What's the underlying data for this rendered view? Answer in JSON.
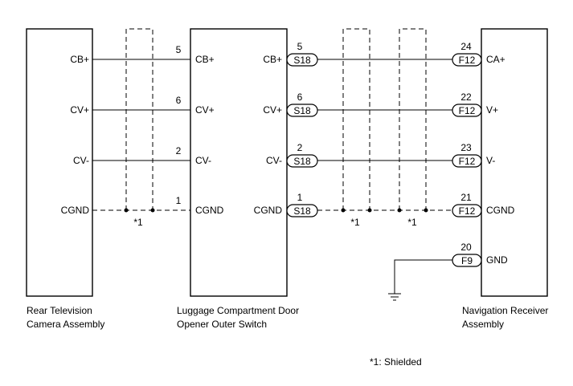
{
  "components": {
    "camera": {
      "line1": "Rear Television",
      "line2": "Camera Assembly"
    },
    "switch": {
      "line1": "Luggage Compartment Door",
      "line2": "Opener Outer Switch"
    },
    "receiver": {
      "line1": "Navigation Receiver",
      "line2": "Assembly"
    }
  },
  "rows": [
    {
      "cam_pin": "CB+",
      "mid_pin": "5",
      "sw_in": "CB+",
      "sw_out": "CB+",
      "s_pin": "5",
      "s_conn": "S18",
      "f_pin": "24",
      "f_conn": "F12",
      "recv": "CA+"
    },
    {
      "cam_pin": "CV+",
      "mid_pin": "6",
      "sw_in": "CV+",
      "sw_out": "CV+",
      "s_pin": "6",
      "s_conn": "S18",
      "f_pin": "22",
      "f_conn": "F12",
      "recv": "V+"
    },
    {
      "cam_pin": "CV-",
      "mid_pin": "2",
      "sw_in": "CV-",
      "sw_out": "CV-",
      "s_pin": "2",
      "s_conn": "S18",
      "f_pin": "23",
      "f_conn": "F12",
      "recv": "V-"
    },
    {
      "cam_pin": "CGND",
      "mid_pin": "1",
      "sw_in": "CGND",
      "sw_out": "CGND",
      "s_pin": "1",
      "s_conn": "S18",
      "f_pin": "21",
      "f_conn": "F12",
      "recv": "CGND"
    }
  ],
  "ground": {
    "pin": "20",
    "conn": "F9",
    "label": "GND"
  },
  "shield_marks": [
    "*1",
    "*1",
    "*1"
  ],
  "note": "*1: Shielded"
}
